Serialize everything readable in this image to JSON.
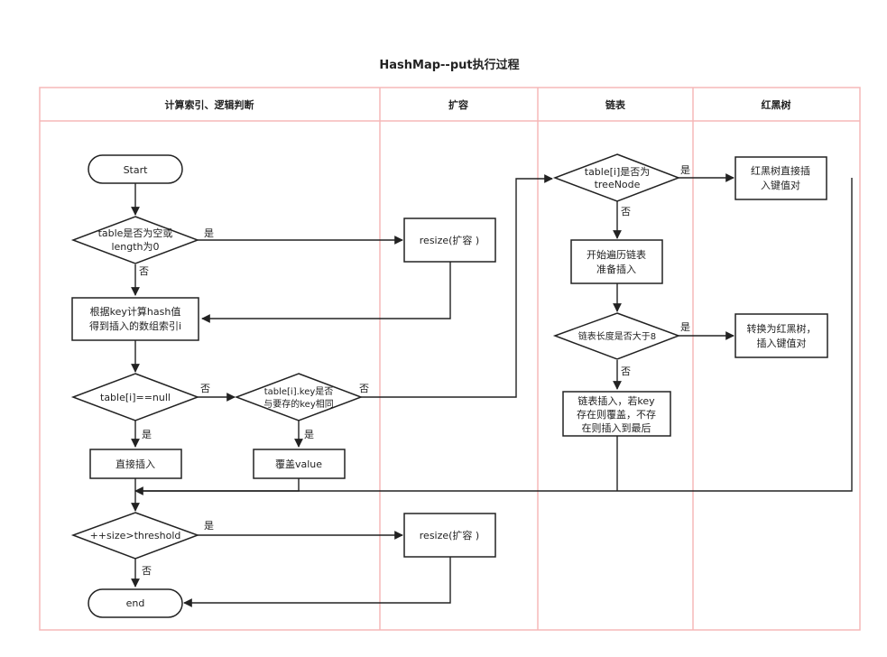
{
  "title": "HashMap--put执行过程",
  "lanes": [
    "计算索引、逻辑判断",
    "扩容",
    "链表",
    "红黑树"
  ],
  "nodes": {
    "start": "Start",
    "d1": [
      "table是否为空或",
      "length为0"
    ],
    "resize1": "resize(扩容 )",
    "calc": [
      "根据key计算hash值",
      "得到插入的数组索引i"
    ],
    "d2": "table[i]==null",
    "d3": [
      "table[i].key是否",
      "与要存的key相同"
    ],
    "direct": "直接插入",
    "overwrite": "覆盖value",
    "d4": "++size>threshold",
    "resize2": "resize(扩容 )",
    "end": "end",
    "d5": [
      "table[i]是否为",
      "treeNode"
    ],
    "traverse": [
      "开始遍历链表",
      "准备插入"
    ],
    "d6": "链表长度是否大于8",
    "listInsert": [
      "链表插入，若key",
      "存在则覆盖，不存",
      "在则插入到最后"
    ],
    "rbInsert": [
      "红黑树直接插",
      "入键值对"
    ],
    "convert": [
      "转换为红黑树，",
      "插入键值对"
    ]
  },
  "edge_labels": {
    "yes": "是",
    "no": "否"
  }
}
